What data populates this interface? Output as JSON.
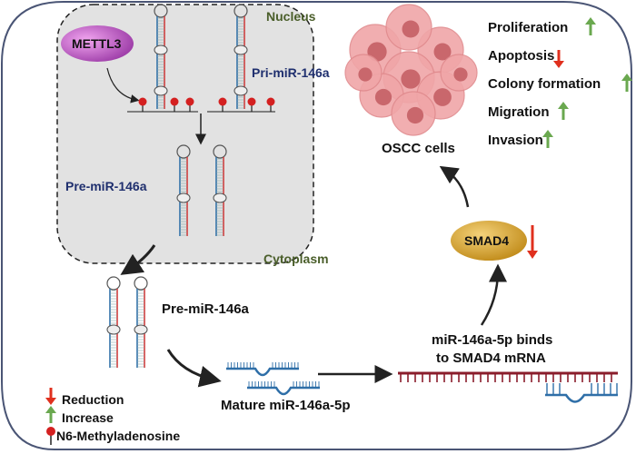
{
  "compartments": {
    "nucleus_label": "Nucleus",
    "cytoplasm_label": "Cytoplasm"
  },
  "enzyme": {
    "label": "METTL3",
    "color": "#c05ac8"
  },
  "rna": {
    "pri_label": "Pri-miR-146a",
    "pre_label_nucleus": "Pre-miR-146a",
    "pre_label_cytoplasm": "Pre-miR-146a",
    "mature_label": "Mature miR-146a-5p",
    "binding_label_line1": "miR-146a-5p binds",
    "binding_label_line2": "to SMAD4 mRNA"
  },
  "target": {
    "label": "SMAD4",
    "color": "#d9a830",
    "change": "down"
  },
  "cells": {
    "label": "OSCC cells"
  },
  "phenotypes": [
    {
      "label": "Proliferation",
      "change": "up"
    },
    {
      "label": "Apoptosis",
      "change": "down"
    },
    {
      "label": "Colony formation",
      "change": "up"
    },
    {
      "label": "Migration",
      "change": "up"
    },
    {
      "label": "Invasion",
      "change": "up"
    }
  ],
  "legend": [
    {
      "icon": "down-arrow-icon",
      "label": "Reduction"
    },
    {
      "icon": "up-arrow-icon",
      "label": "Increase"
    },
    {
      "icon": "m6a-pin-icon",
      "label": "N6-Methyladenosine"
    }
  ],
  "colors": {
    "up": "#6aa84f",
    "down": "#e0301e",
    "strand_blue": "#2f6fa8",
    "strand_red": "#d43a3a",
    "mrna": "#8a1c2b",
    "nucleus_fill": "#e2e2e2",
    "cell_border": "#4a5575"
  }
}
